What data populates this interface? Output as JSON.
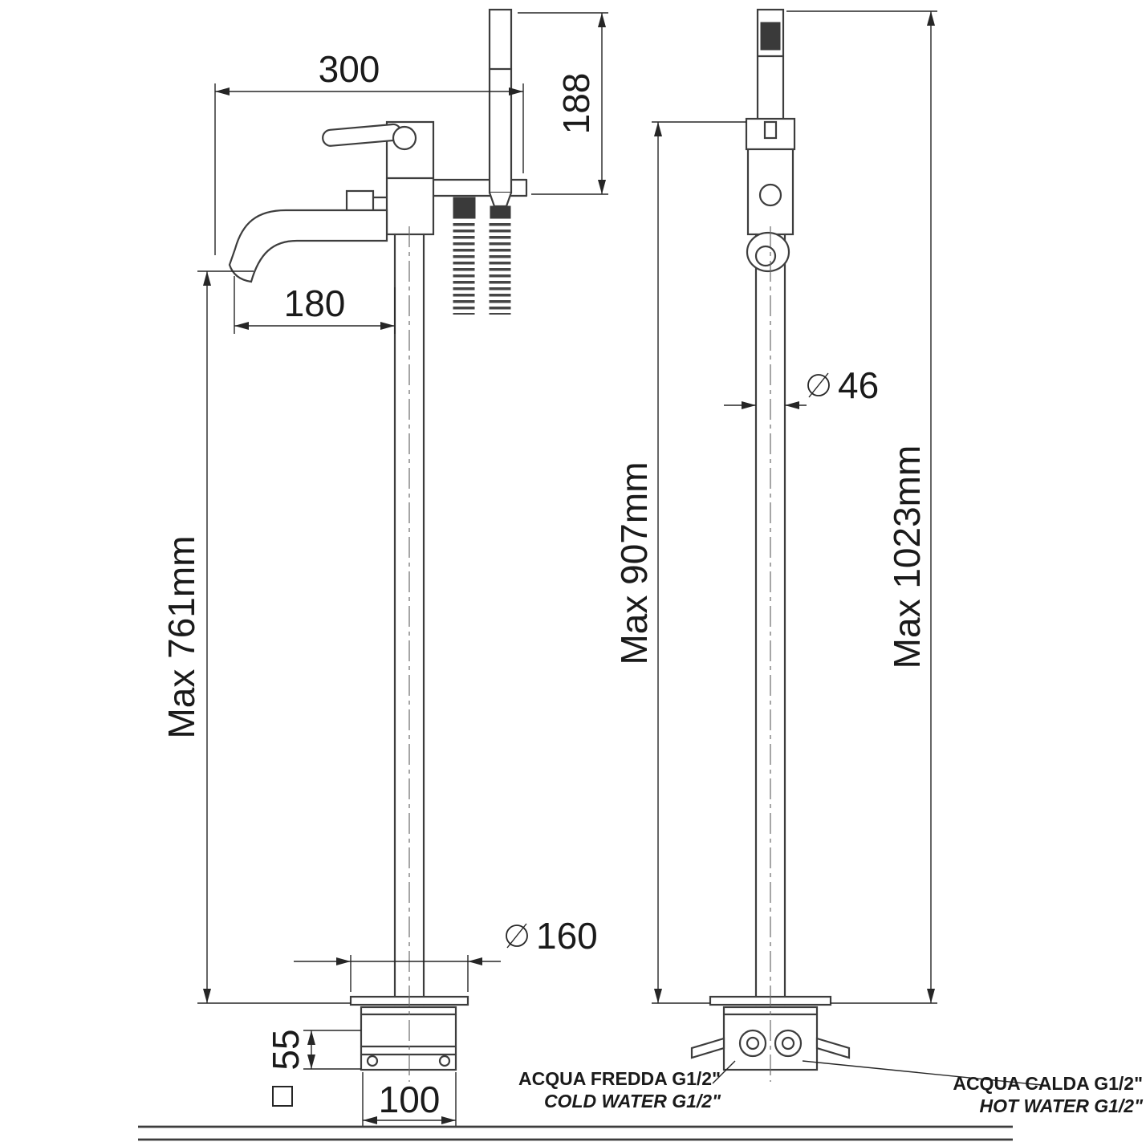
{
  "colors": {
    "background": "#ffffff",
    "fixture_line": "#3d3d3d",
    "dimension_line": "#262626",
    "text": "#1a1a1a",
    "cold": "#1722c8",
    "hot": "#d41a1a"
  },
  "icons": {
    "diameter_symbol": "⌀",
    "square_section_symbol": "□"
  },
  "front_view": {
    "dim_top_offset": "300",
    "dim_handshower_length": "188",
    "dim_spout_reach": "180",
    "dim_spout_height": "Max 761mm",
    "dim_base_plate_diameter": "160",
    "dim_rough_in_depth": "55",
    "dim_rough_in_width": "100"
  },
  "side_view": {
    "dim_holder_height": "Max 907mm",
    "dim_total_height": "Max 1023mm",
    "dim_column_diameter": "46"
  },
  "connections": {
    "cold_line1": "ACQUA FREDDA G1/2\"",
    "cold_line2": "COLD WATER G1/2\"",
    "hot_line1": "ACQUA CALDA G1/2\"",
    "hot_line2": "HOT WATER G1/2\""
  }
}
